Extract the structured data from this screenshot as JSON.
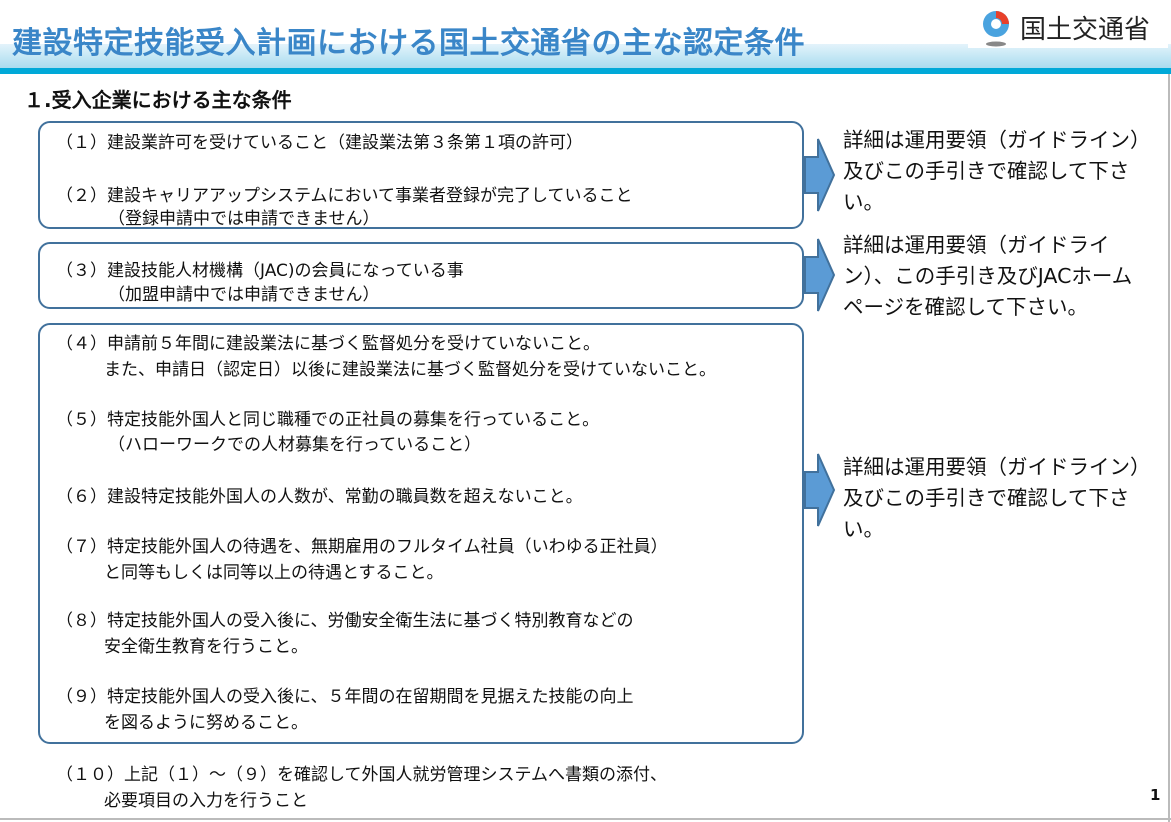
{
  "header": {
    "title": "建設特定技能受入計画における国土交通省の主な認定条件",
    "logo_text": "国土交通省"
  },
  "section": {
    "title": "１.受入企業における主な条件"
  },
  "items": [
    [
      "（１）建設業許可を受けていること（建設業法第３条第１項の許可）"
    ],
    [
      "（２）建設キャリアアップシステムにおいて事業者登録が完了していること",
      "（登録申請中では申請できません）"
    ],
    [
      "（３）建設技能人材機構（JAC)の会員になっている事",
      "（加盟申請中では申請できません）"
    ],
    [
      "（４）申請前５年間に建設業法に基づく監督処分を受けていないこと。",
      "また、申請日（認定日）以後に建設業法に基づく監督処分を受けていないこと。"
    ],
    [
      "（５）特定技能外国人と同じ職種での正社員の募集を行っていること。",
      "（ハローワークでの人材募集を行っていること）"
    ],
    [
      "（６）建設特定技能外国人の人数が、常勤の職員数を超えないこと。"
    ],
    [
      "（７）特定技能外国人の待遇を、無期雇用のフルタイム社員（いわゆる正社員）",
      "と同等もしくは同等以上の待遇とすること。"
    ],
    [
      "（８）特定技能外国人の受入後に、労働安全衛生法に基づく特別教育などの",
      "安全衛生教育を行うこと。"
    ],
    [
      "（９）特定技能外国人の受入後に、５年間の在留期間を見据えた技能の向上",
      "を図るように努めること。"
    ],
    [
      "（１０）上記（１）～（９）を確認して外国人就労管理システムへ書類の添付、",
      "必要項目の入力を行うこと"
    ]
  ],
  "notes": [
    "詳細は運用要領（ガイドライン）及びこの手引きで確認して下さい。",
    "詳細は運用要領（ガイドライン）、この手引き及びJACホームページを確認して下さい。",
    "詳細は運用要領（ガイドライン）及びこの手引きで確認して下さい。"
  ],
  "page_number": "1",
  "colors": {
    "title": "#3a86c8",
    "stripe": "#00a9d8",
    "box_border": "#41719c",
    "arrow": "#5b9bd5"
  }
}
